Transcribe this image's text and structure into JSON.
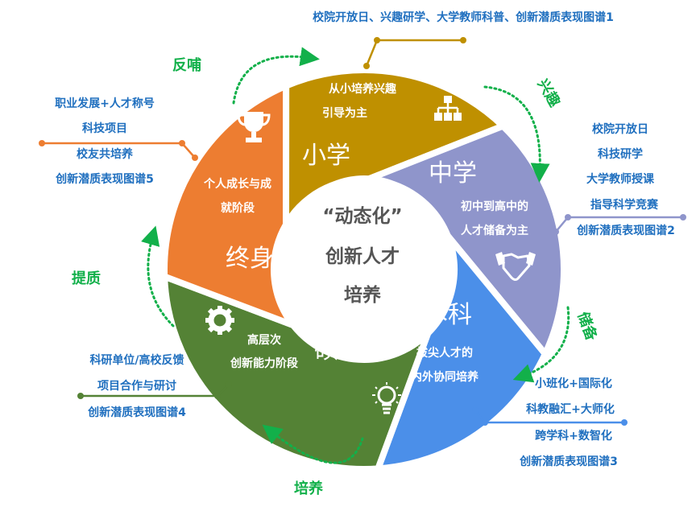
{
  "colors": {
    "elementary": "#bf9000",
    "middle": "#8f95cb",
    "undergrad": "#4b8fe9",
    "graduate": "#548235",
    "lifelong": "#ed7d31",
    "arrow": "#12b04a",
    "text": "#1f6fbf"
  },
  "center": {
    "line1": "“动态化”",
    "line2": "创新人才",
    "line3": "培养"
  },
  "segments": {
    "elementary": {
      "title": "小学",
      "desc1": "从小培养兴趣",
      "desc2": "引导为主",
      "icon": "org-chart-icon"
    },
    "middle": {
      "title": "中学",
      "desc1": "初中到高中的",
      "desc2": "人才储备为主",
      "icon": "handshake-icon"
    },
    "undergrad": {
      "title": "本科",
      "desc1": "拔尖人才的",
      "desc2": "内外协同培养",
      "icon": "lightbulb-icon"
    },
    "graduate": {
      "title": "硕博",
      "desc1": "高层次",
      "desc2": "创新能力阶段",
      "icon": "gear-icon"
    },
    "lifelong": {
      "title": "终身",
      "desc1": "个人成长与成",
      "desc2": "就阶段",
      "icon": "trophy-icon"
    }
  },
  "transitions": {
    "t1": "兴趣",
    "t2": "储备",
    "t3": "培养",
    "t4": "提质",
    "t5": "反哺"
  },
  "notes": {
    "elementary": "校院开放日、兴趣研学、大学教师科普、创新潜质表现图谱1",
    "middle": [
      "校院开放日",
      "科技研学",
      "大学教师授课",
      "指导科学竞赛",
      "创新潜质表现图谱2"
    ],
    "undergrad": [
      "小班化+国际化",
      "科教融汇+大师化",
      "跨学科+数智化",
      "创新潜质表现图谱3"
    ],
    "graduate": [
      "科研单位/高校反馈",
      "项目合作与研讨",
      "创新潜质表现图谱4"
    ],
    "lifelong": [
      "职业发展+人才称号",
      "科技项目",
      "校友共培养",
      "创新潜质表现图谱5"
    ]
  }
}
